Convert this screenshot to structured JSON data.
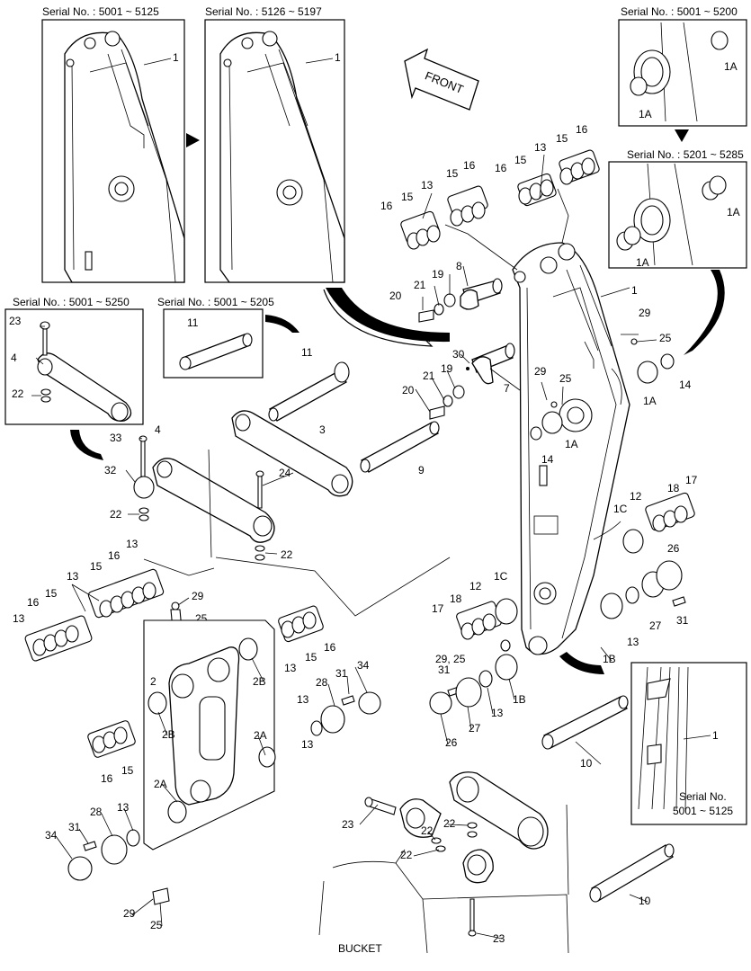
{
  "serial_boxes": {
    "box1": "Serial No. : 5001 ~ 5125",
    "box2": "Serial No. : 5126 ~ 5197",
    "box3": "Serial No. : 5001 ~ 5200",
    "box4": "Serial No. : 5201 ~ 5285",
    "box5": "Serial No. : 5001 ~ 5250",
    "box6": "Serial No. : 5001 ~ 5205",
    "box7_line1": "Serial No.",
    "box7_line2": "5001 ~ 5125"
  },
  "front_label": "FRONT",
  "bucket_label": "BUCKET",
  "callouts": [
    {
      "id": "c1",
      "text": "1"
    },
    {
      "id": "c2",
      "text": "1"
    },
    {
      "id": "c3",
      "text": "1A"
    },
    {
      "id": "c4",
      "text": "1A"
    },
    {
      "id": "c5",
      "text": "1A"
    },
    {
      "id": "c6",
      "text": "1A"
    },
    {
      "id": "c7",
      "text": "1"
    },
    {
      "id": "c8",
      "text": "29"
    },
    {
      "id": "c9",
      "text": "25"
    },
    {
      "id": "c10",
      "text": "1A"
    },
    {
      "id": "c11",
      "text": "14"
    },
    {
      "id": "c12",
      "text": "16"
    },
    {
      "id": "c13",
      "text": "15"
    },
    {
      "id": "c14",
      "text": "13"
    },
    {
      "id": "c15",
      "text": "15"
    },
    {
      "id": "c16",
      "text": "16"
    },
    {
      "id": "c17",
      "text": "16"
    },
    {
      "id": "c18",
      "text": "15"
    },
    {
      "id": "c19",
      "text": "13"
    },
    {
      "id": "c20",
      "text": "15"
    },
    {
      "id": "c21",
      "text": "16"
    },
    {
      "id": "c22",
      "text": "13"
    },
    {
      "id": "c23",
      "text": "20"
    },
    {
      "id": "c24",
      "text": "21"
    },
    {
      "id": "c25",
      "text": "19"
    },
    {
      "id": "c26",
      "text": "8"
    },
    {
      "id": "c27",
      "text": "23"
    },
    {
      "id": "c28",
      "text": "4"
    },
    {
      "id": "c29",
      "text": "22"
    },
    {
      "id": "c30",
      "text": "11"
    },
    {
      "id": "c31",
      "text": "11"
    },
    {
      "id": "c32",
      "text": "30"
    },
    {
      "id": "c33",
      "text": "21"
    },
    {
      "id": "c34",
      "text": "19"
    },
    {
      "id": "c35",
      "text": "7"
    },
    {
      "id": "c36",
      "text": "20"
    },
    {
      "id": "c37",
      "text": "29"
    },
    {
      "id": "c38",
      "text": "25"
    },
    {
      "id": "c39",
      "text": "1A"
    },
    {
      "id": "c40",
      "text": "14"
    },
    {
      "id": "c41",
      "text": "4"
    },
    {
      "id": "c42",
      "text": "3"
    },
    {
      "id": "c43",
      "text": "33"
    },
    {
      "id": "c44",
      "text": "32"
    },
    {
      "id": "c45",
      "text": "24"
    },
    {
      "id": "c46",
      "text": "9"
    },
    {
      "id": "c47",
      "text": "22"
    },
    {
      "id": "c48",
      "text": "22"
    },
    {
      "id": "c49",
      "text": "1C"
    },
    {
      "id": "c50",
      "text": "12"
    },
    {
      "id": "c51",
      "text": "18"
    },
    {
      "id": "c52",
      "text": "17"
    },
    {
      "id": "c53",
      "text": "26"
    },
    {
      "id": "c54",
      "text": "13"
    },
    {
      "id": "c55",
      "text": "16"
    },
    {
      "id": "c56",
      "text": "15"
    },
    {
      "id": "c57",
      "text": "13"
    },
    {
      "id": "c58",
      "text": "16"
    },
    {
      "id": "c59",
      "text": "15"
    },
    {
      "id": "c60",
      "text": "13"
    },
    {
      "id": "c61",
      "text": "29"
    },
    {
      "id": "c62",
      "text": "25"
    },
    {
      "id": "c63",
      "text": "1C"
    },
    {
      "id": "c64",
      "text": "12"
    },
    {
      "id": "c65",
      "text": "18"
    },
    {
      "id": "c66",
      "text": "17"
    },
    {
      "id": "c67",
      "text": "13"
    },
    {
      "id": "c68",
      "text": "27"
    },
    {
      "id": "c69",
      "text": "31"
    },
    {
      "id": "c70",
      "text": "15"
    },
    {
      "id": "c71",
      "text": "16"
    },
    {
      "id": "c72",
      "text": "13"
    },
    {
      "id": "c73",
      "text": "2B"
    },
    {
      "id": "c74",
      "text": "2"
    },
    {
      "id": "c75",
      "text": "29, 25"
    },
    {
      "id": "c76",
      "text": "1B"
    },
    {
      "id": "c77",
      "text": "31"
    },
    {
      "id": "c78",
      "text": "34"
    },
    {
      "id": "c79",
      "text": "28"
    },
    {
      "id": "c80",
      "text": "31"
    },
    {
      "id": "c81",
      "text": "1B"
    },
    {
      "id": "c82",
      "text": "13"
    },
    {
      "id": "c83",
      "text": "27"
    },
    {
      "id": "c84",
      "text": "26"
    },
    {
      "id": "c85",
      "text": "2B"
    },
    {
      "id": "c86",
      "text": "13"
    },
    {
      "id": "c87",
      "text": "13"
    },
    {
      "id": "c88",
      "text": "16"
    },
    {
      "id": "c89",
      "text": "15"
    },
    {
      "id": "c90",
      "text": "2A"
    },
    {
      "id": "c91",
      "text": "10"
    },
    {
      "id": "c92",
      "text": "1"
    },
    {
      "id": "c93",
      "text": "2A"
    },
    {
      "id": "c94",
      "text": "28"
    },
    {
      "id": "c95",
      "text": "13"
    },
    {
      "id": "c96",
      "text": "31"
    },
    {
      "id": "c97",
      "text": "34"
    },
    {
      "id": "c98",
      "text": "23"
    },
    {
      "id": "c99",
      "text": "22"
    },
    {
      "id": "c100",
      "text": "22"
    },
    {
      "id": "c101",
      "text": "22"
    },
    {
      "id": "c102",
      "text": "29"
    },
    {
      "id": "c103",
      "text": "25"
    },
    {
      "id": "c104",
      "text": "10"
    },
    {
      "id": "c105",
      "text": "23"
    }
  ]
}
